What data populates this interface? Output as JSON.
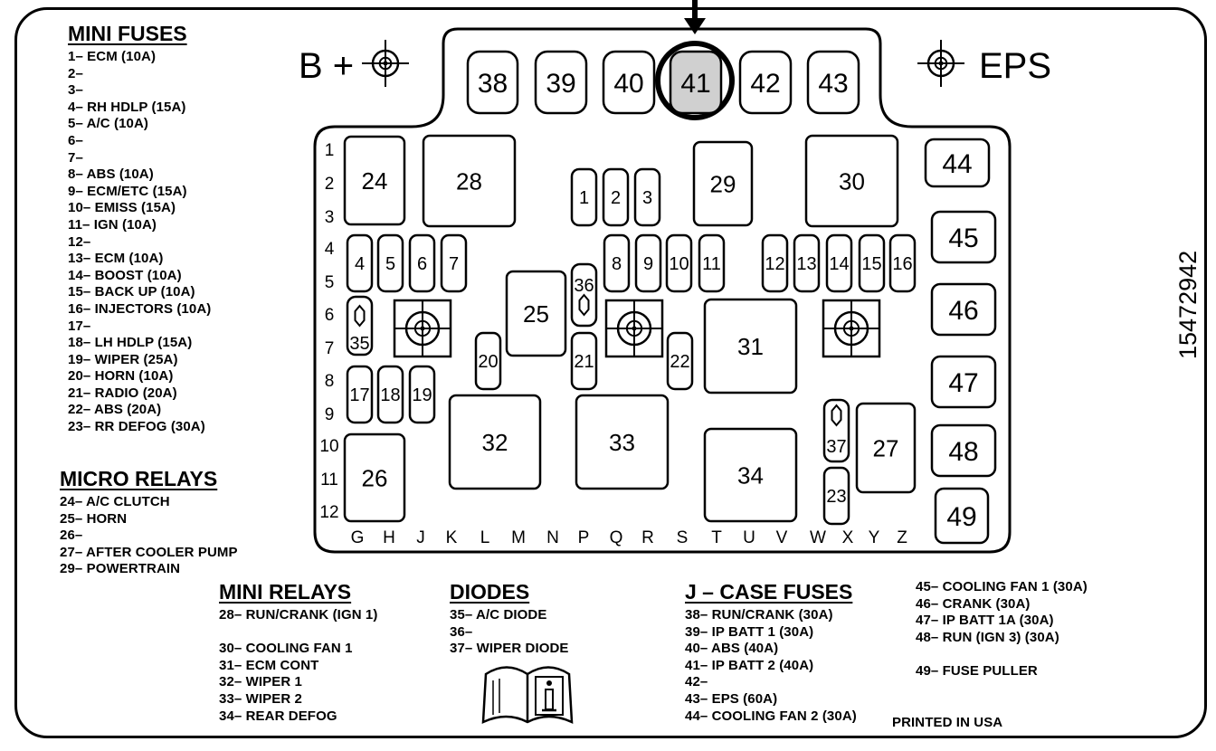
{
  "header": {
    "b_plus": "B +",
    "eps": "EPS",
    "part_number": "15472942",
    "printed": "PRINTED IN USA"
  },
  "mini_fuses": {
    "title": "MINI FUSES",
    "items": [
      "1– ECM (10A)",
      "2–",
      "3–",
      "4– RH HDLP (15A)",
      "5– A/C (10A)",
      "6–",
      "7–",
      "8– ABS (10A)",
      "9– ECM/ETC (15A)",
      "10– EMISS (15A)",
      "11– IGN (10A)",
      "12–",
      "13– ECM (10A)",
      "14– BOOST (10A)",
      "15– BACK UP (10A)",
      "16– INJECTORS (10A)",
      "17–",
      "18– LH HDLP (15A)",
      "19– WIPER (25A)",
      "20– HORN (10A)",
      "21– RADIO (20A)",
      "22– ABS (20A)",
      "23– RR DEFOG (30A)"
    ]
  },
  "micro_relays": {
    "title": "MICRO RELAYS",
    "items": [
      "24– A/C CLUTCH",
      "25– HORN",
      "26–",
      "27– AFTER COOLER PUMP",
      "29– POWERTRAIN"
    ]
  },
  "mini_relays": {
    "title": "MINI RELAYS",
    "items": [
      "28– RUN/CRANK (IGN 1)",
      "",
      "30– COOLING FAN 1",
      "31– ECM CONT",
      "32– WIPER 1",
      "33– WIPER 2",
      "34– REAR DEFOG"
    ]
  },
  "diodes": {
    "title": "DIODES",
    "items": [
      "35– A/C DIODE",
      "36–",
      "37– WIPER DIODE"
    ]
  },
  "jcase_fuses": {
    "title": "J – CASE FUSES",
    "items": [
      "38– RUN/CRANK (30A)",
      "39– IP BATT 1 (30A)",
      "40– ABS (40A)",
      "41– IP BATT 2 (40A)",
      "42–",
      "43– EPS (60A)",
      "44– COOLING FAN 2 (30A)"
    ]
  },
  "jcase_fuses_cont": {
    "items": [
      "45– COOLING FAN 1 (30A)",
      "46– CRANK (30A)",
      "47– IP BATT 1A (30A)",
      "48– RUN (IGN 3) (30A)",
      "",
      "49– FUSE PULLER"
    ]
  },
  "grid": {
    "rows": [
      "1",
      "2",
      "3",
      "4",
      "5",
      "6",
      "7",
      "8",
      "9",
      "10",
      "11",
      "12"
    ],
    "columns": [
      "G",
      "H",
      "J",
      "K",
      "L",
      "M",
      "N",
      "P",
      "Q",
      "R",
      "S",
      "T",
      "U",
      "V",
      "W",
      "X",
      "Y",
      "Z"
    ]
  },
  "components": {
    "jcase_top": [
      "38",
      "39",
      "40",
      "41",
      "42",
      "43"
    ],
    "jcase_right": [
      "44",
      "45",
      "46",
      "47",
      "48",
      "49"
    ],
    "mini_fuses": [
      "1",
      "2",
      "3",
      "4",
      "5",
      "6",
      "7",
      "8",
      "9",
      "10",
      "11",
      "12",
      "13",
      "14",
      "15",
      "16",
      "17",
      "18",
      "19",
      "20",
      "21",
      "22",
      "23"
    ],
    "relays": [
      "24",
      "25",
      "26",
      "27",
      "28",
      "29",
      "30",
      "31",
      "32",
      "33",
      "34"
    ],
    "diodes": [
      "35",
      "36",
      "37"
    ],
    "highlighted": "41"
  }
}
